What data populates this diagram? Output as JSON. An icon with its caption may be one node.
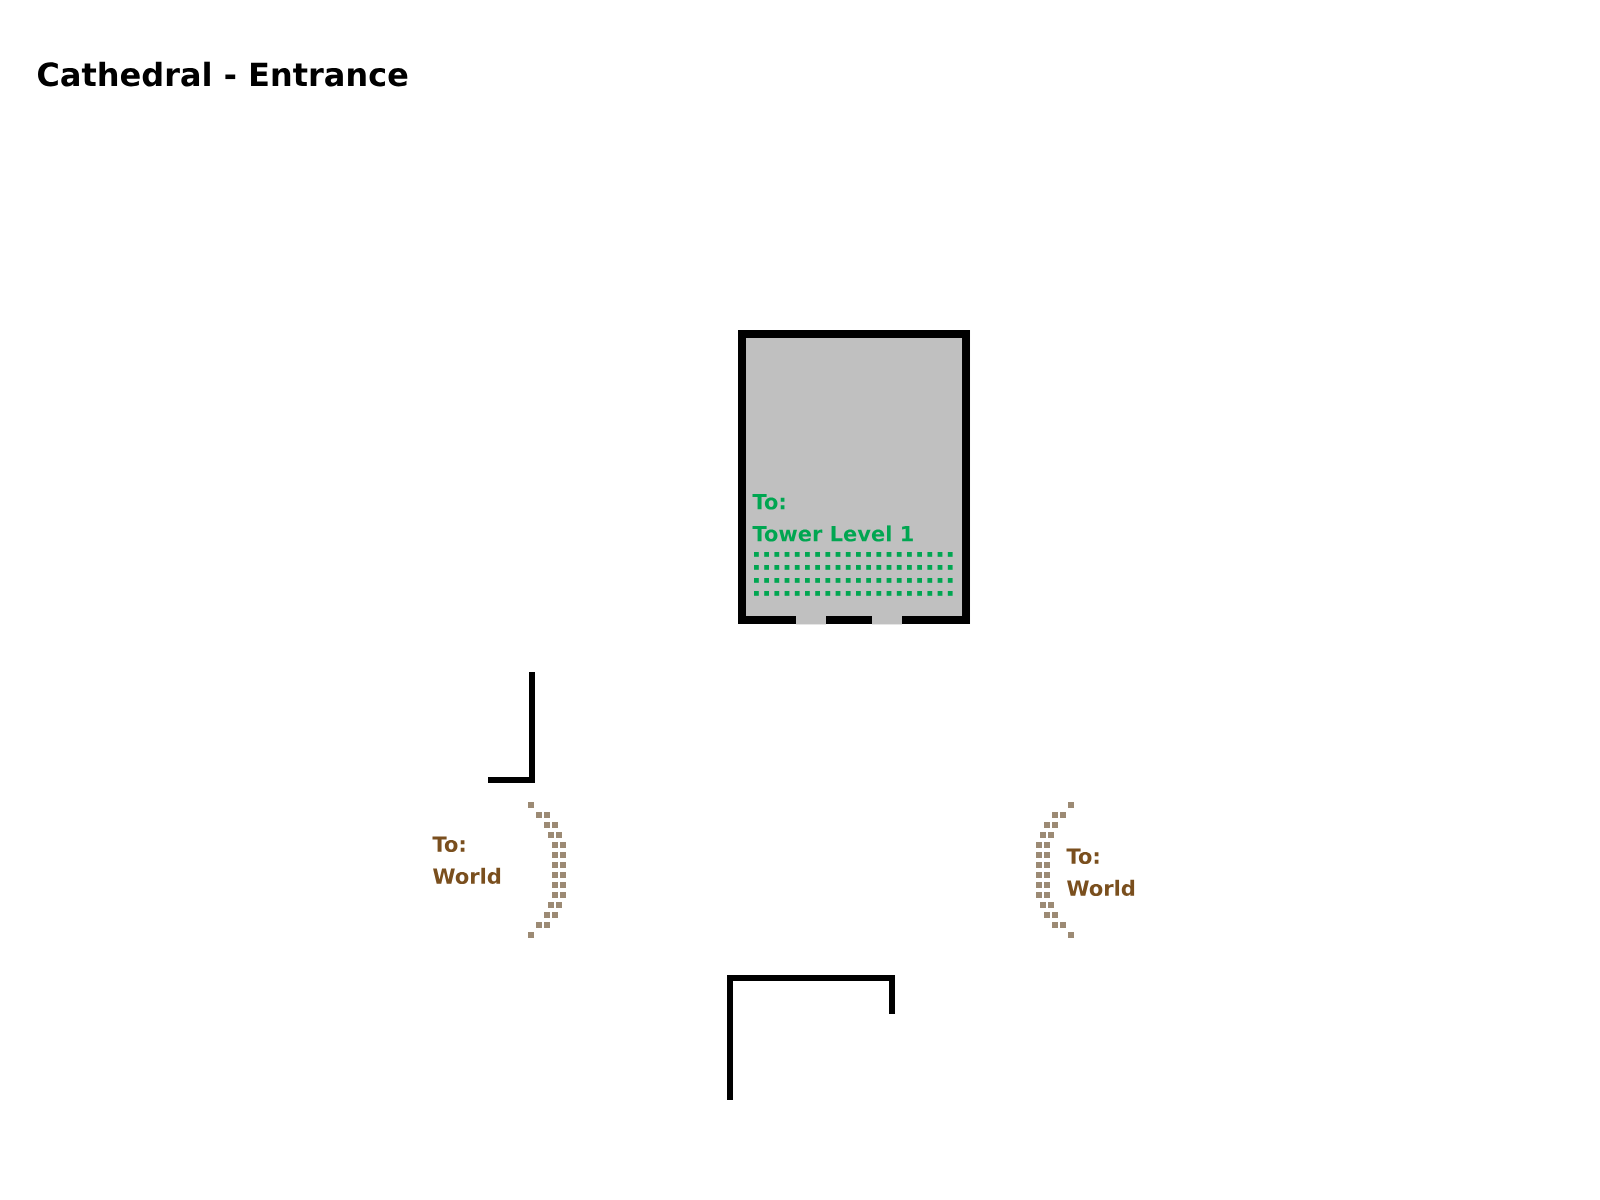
{
  "diagram": {
    "title": "Cathedral - Entrance",
    "nodes": [
      {
        "text": [
          "To:",
          "Tower Level 1"
        ]
      }
    ],
    "labels": [
      "To: World",
      "To: World"
    ]
  }
}
